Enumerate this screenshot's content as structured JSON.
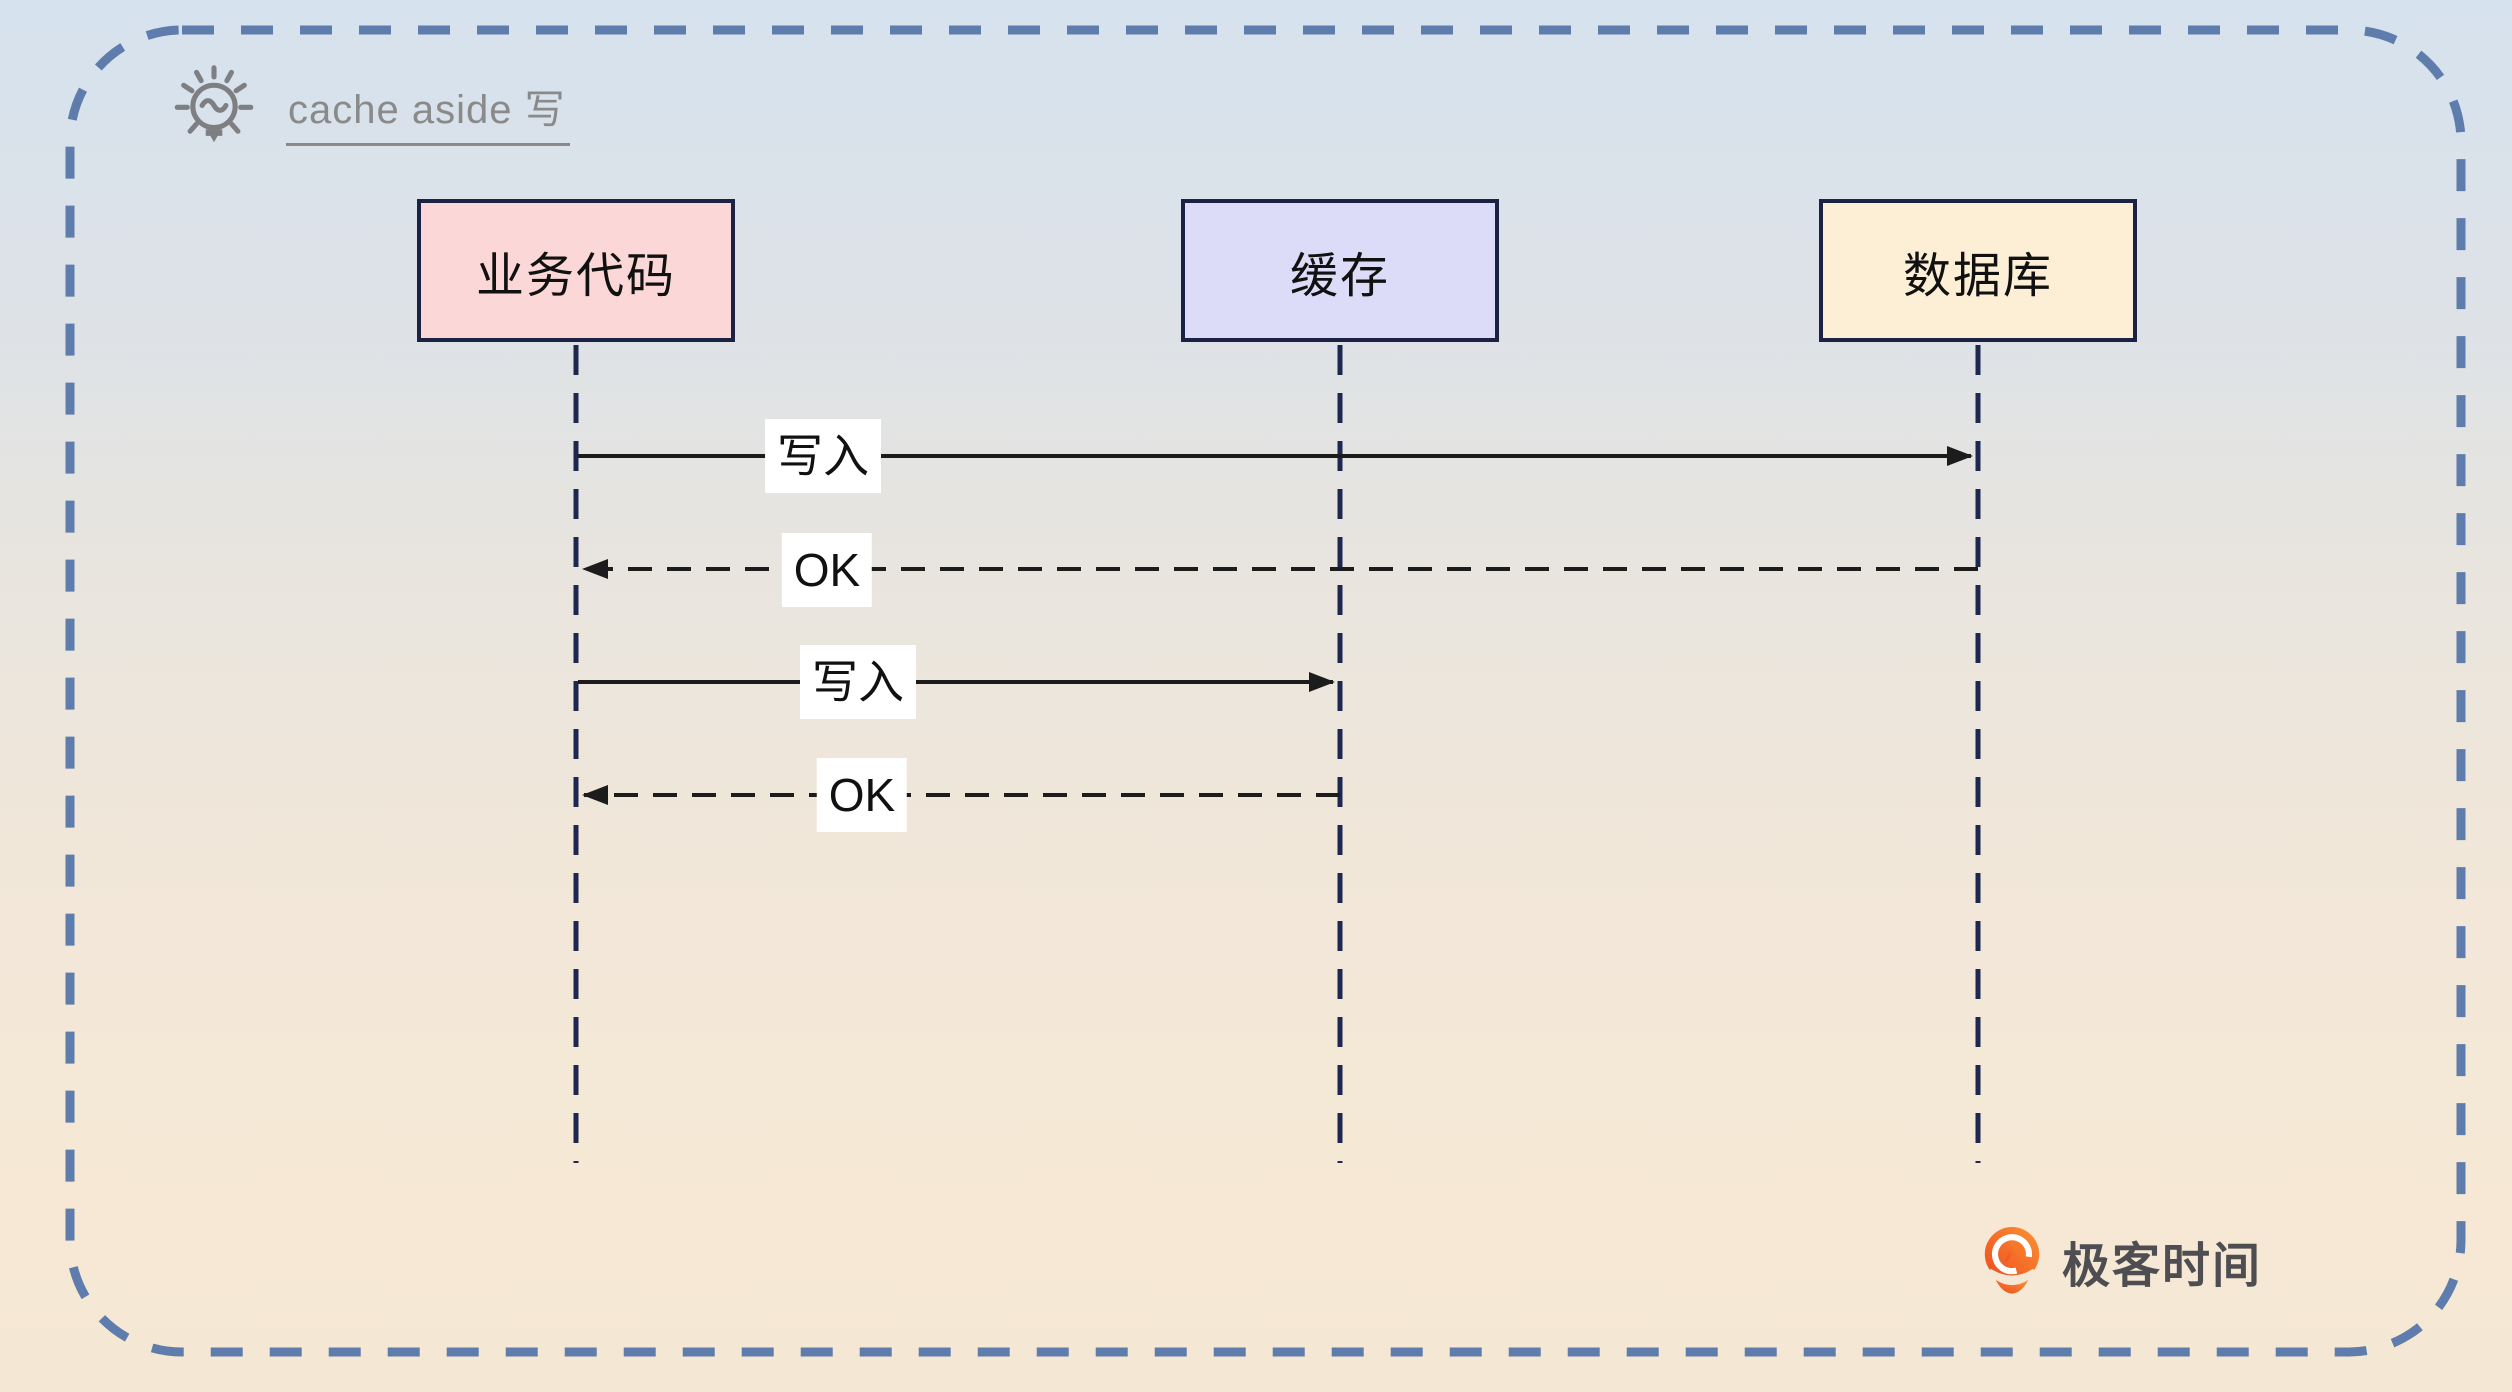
{
  "header": {
    "title": "cache aside 写",
    "icon": "lightbulb-idea-icon"
  },
  "diagram": {
    "type": "sequence-diagram",
    "actors": [
      {
        "label": "业务代码",
        "fill": "#fcd7d7"
      },
      {
        "label": "缓存",
        "fill": "#dcdcf9"
      },
      {
        "label": "数据库",
        "fill": "#fdeed6"
      }
    ],
    "messages": [
      {
        "label": "写入",
        "from": "业务代码",
        "to": "数据库",
        "line": "solid"
      },
      {
        "label": "OK",
        "from": "数据库",
        "to": "业务代码",
        "line": "dashed"
      },
      {
        "label": "写入",
        "from": "业务代码",
        "to": "缓存",
        "line": "solid"
      },
      {
        "label": "OK",
        "from": "缓存",
        "to": "业务代码",
        "line": "dashed"
      }
    ]
  },
  "branding": {
    "logo_text": "极客时间",
    "logo_icon": "geektime-logo-icon",
    "logo_orange": "#f26318",
    "logo_text_color": "#4e4e52"
  },
  "colors": {
    "outer_border_dash": "#5e7cac",
    "lifeline": "#1e2750",
    "arrow": "#1c1c1c",
    "box_border": "#1b2244",
    "title_gray": "#8a8a8a",
    "bg_top": "#d6e2ee",
    "bg_bottom": "#f6e8d4"
  }
}
